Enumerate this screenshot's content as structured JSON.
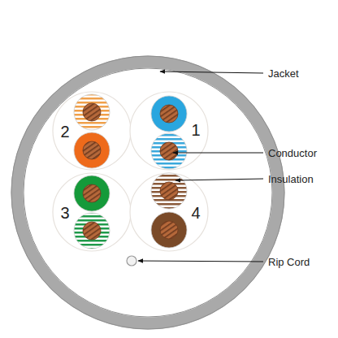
{
  "diagram": {
    "labels": [
      "Jacket",
      "2",
      "1",
      "Conductor",
      "Insulation",
      "3",
      "4",
      "Rip Cord"
    ]
  }
}
